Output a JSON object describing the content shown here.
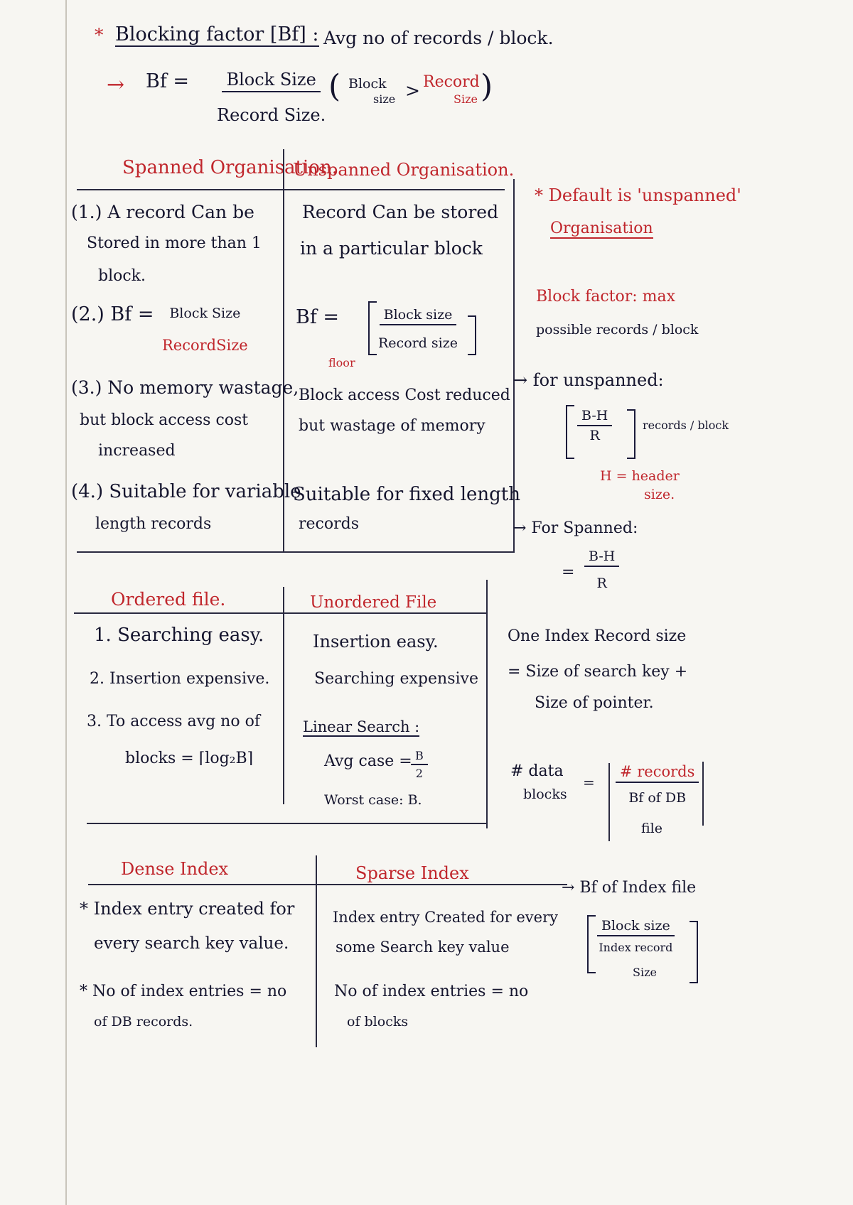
{
  "blocking": {
    "star": "*",
    "title": "Blocking factor [Bf] :",
    "definition": "Avg no of records / block.",
    "arrow": "→",
    "bf_label": "Bf =",
    "bf_num": "Block Size",
    "bf_den": "Record Size.",
    "cond_open": "(",
    "cond_block": "Block",
    "cond_size1": "size",
    "cond_gt": ">",
    "cond_record": "Record",
    "cond_size2": "Size",
    "cond_close": ")"
  },
  "span": {
    "header_left": "Spanned Organisation.",
    "header_right": "Unspanned Organisation.",
    "r1_left_1": "(1.) A record Can be",
    "r1_left_2": "Stored in more than 1",
    "r1_left_3": "block.",
    "r1_right_1": "Record Can be stored",
    "r1_right_2": "in a particular block",
    "r2_left_label": "(2.) Bf =",
    "r2_left_num": "Block Size",
    "r2_left_den": "RecordSize",
    "r2_right_label": "Bf =",
    "r2_right_num": "Block size",
    "r2_right_den": "Record size",
    "r2_right_floor": "floor",
    "r3_left_1": "(3.) No memory wastage,",
    "r3_left_2": "but block access cost",
    "r3_left_3": "increased",
    "r3_right_1": "Block access Cost reduced",
    "r3_right_2": "but wastage of memory",
    "r4_left_1": "(4.) Suitable for variable",
    "r4_left_2": "length records",
    "r4_right_1": "Suitable for fixed length",
    "r4_right_2": "records"
  },
  "span_notes": {
    "default_1": "* Default is 'unspanned'",
    "default_2": "Organisation",
    "bf_1": "Block factor: max",
    "bf_2": "possible records / block",
    "unspanned_label": "→ for unspanned:",
    "unspanned_num": "B-H",
    "unspanned_den": "R",
    "unspanned_unit": "records / block",
    "header_1": "H = header",
    "header_2": "size.",
    "spanned_label": "→ For Spanned:",
    "spanned_eq": "=",
    "spanned_num": "B-H",
    "spanned_den": "R"
  },
  "ordered": {
    "header_left": "Ordered file.",
    "header_right": "Unordered File",
    "l1": "1. Searching easy.",
    "l2": "2. Insertion expensive.",
    "l3_1": "3. To access avg no of",
    "l3_2": "blocks = ⌈log₂B⌉",
    "r1": "Insertion easy.",
    "r2": "Searching expensive",
    "r3": "Linear Search :",
    "r4_label": "Avg case =",
    "r4_num": "B",
    "r4_den": "2",
    "r5": "Worst case: B."
  },
  "ordered_notes": {
    "index_1": "One Index Record size",
    "index_2": "= Size of search key +",
    "index_3": "Size of pointer.",
    "data_1": "# data",
    "data_2": "blocks",
    "data_eq": "=",
    "data_num": "# records",
    "data_den_1": "Bf of DB",
    "data_den_2": "file"
  },
  "index": {
    "header_left": "Dense Index",
    "header_right": "Sparse Index",
    "l1_1": "* Index entry created for",
    "l1_2": "every search key value.",
    "l2_1": "* No of index entries = no",
    "l2_2": "of DB records.",
    "r1_1": "Index entry Created for every",
    "r1_2": "some Search key value",
    "r2_1": "No of index entries = no",
    "r2_2": "of blocks",
    "bf_label": "→ Bf of Index file",
    "bf_num": "Block size",
    "bf_den_1": "Index record",
    "bf_den_2": "Size"
  }
}
